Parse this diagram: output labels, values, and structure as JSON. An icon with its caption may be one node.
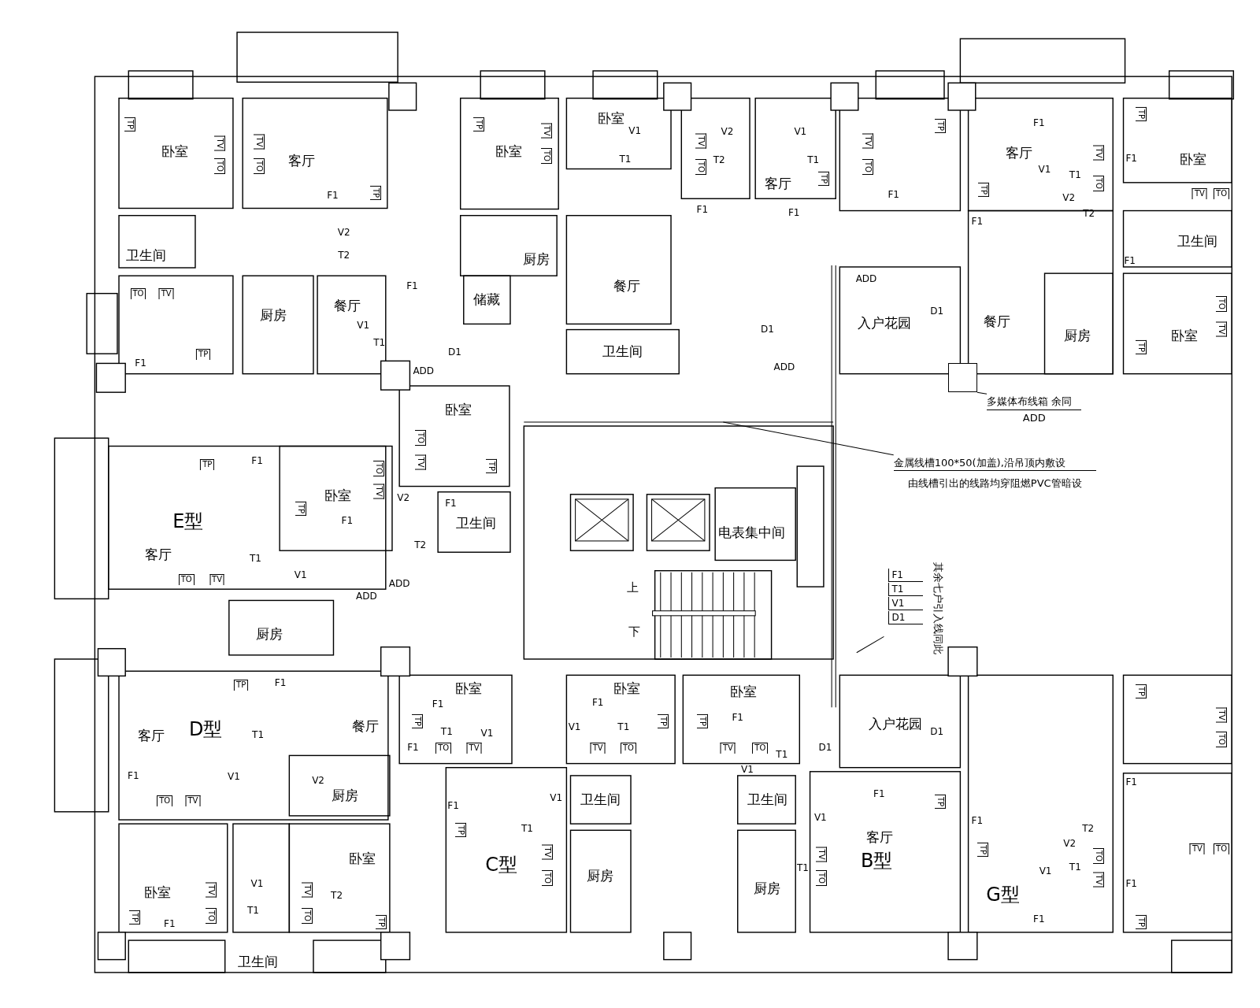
{
  "diagram": {
    "nodes": [
      {
        "text": [
          "多媒体布线箱 余同",
          "ADD"
        ]
      },
      {
        "text": [],
        "shape": "box"
      },
      {
        "text": [
          "金属线槽100*50(加盖),沿吊顶内敷设",
          "由线槽引出的线路均穿阻燃PVC管暗设"
        ]
      },
      {
        "text": [
          "其余七户引入线同此",
          "F1",
          "T1",
          "V1",
          "D1"
        ]
      }
    ],
    "edges": [
      {
        "from": 0,
        "to": 1,
        "arrow": "none"
      },
      {
        "from": 2,
        "to": null,
        "arrow": "none"
      },
      {
        "from": 3,
        "to": null,
        "arrow": "none"
      }
    ],
    "labels": [
      "卧室",
      "客厅",
      "F1",
      "卫生间",
      "V2",
      "T2",
      "厨房",
      "餐厅",
      "V1",
      "T1",
      "F1",
      "F1",
      "储藏",
      "D1",
      "ADD",
      "TP",
      "TV",
      "TV",
      "TO",
      "TO",
      "TP",
      "TO",
      "TV",
      "TP",
      "卧室",
      "卧室",
      "V1",
      "T1",
      "V2",
      "T2",
      "V1",
      "T1",
      "客厅",
      "F1",
      "F1",
      "F1",
      "厨房",
      "餐厅",
      "卫生间",
      "D1",
      "ADD",
      "TP",
      "TV",
      "TO",
      "TV",
      "TO",
      "TV",
      "TO",
      "TP",
      "F1",
      "客厅",
      "卧室",
      "F1",
      "V1",
      "T1",
      "V2",
      "T2",
      "F1",
      "F1",
      "卫生间",
      "ADD",
      "入户花园",
      "D1",
      "餐厅",
      "厨房",
      "卧室",
      "TP",
      "TV",
      "TO",
      "TP",
      "TP",
      "TV",
      "TO",
      "TO",
      "TV",
      "TP",
      "卧室",
      "F1",
      "卧室",
      "V2",
      "F1",
      "F1",
      "卫生间",
      "E型",
      "客厅",
      "T1",
      "V1",
      "T2",
      "ADD",
      "ADD",
      "厨房",
      "TP",
      "TO",
      "TV",
      "TO",
      "TV",
      "TP",
      "TP",
      "TO",
      "TV",
      "电表集中间",
      "上",
      "下",
      "F1",
      "客厅",
      "D型",
      "T1",
      "餐厅",
      "F1",
      "V1",
      "V2",
      "厨房",
      "卧室",
      "卧室",
      "V1",
      "T2",
      "T1",
      "F1",
      "卫生间",
      "TP",
      "TO",
      "TV",
      "TP",
      "TV",
      "TO",
      "TV",
      "TO",
      "TP",
      "卧室",
      "F1",
      "T1",
      "V1",
      "F1",
      "F1",
      "T1",
      "V1",
      "C型",
      "卧室",
      "F1",
      "V1",
      "T1",
      "卫生间",
      "厨房",
      "卧室",
      "F1",
      "T1",
      "V1",
      "卫生间",
      "厨房",
      "D1",
      "TP",
      "TO",
      "TV",
      "TP",
      "TV",
      "TO",
      "TP",
      "TP",
      "TV",
      "TO",
      "TV",
      "TO",
      "入户花园",
      "D1",
      "F1",
      "V1",
      "T1",
      "客厅",
      "B型",
      "TP",
      "TV",
      "TO",
      "F1",
      "T2",
      "V2",
      "T1",
      "V1",
      "F1",
      "G型",
      "F1",
      "F1",
      "TP",
      "TO",
      "TV",
      "TP",
      "TV",
      "TO",
      "TP",
      "TV",
      "TO"
    ]
  }
}
